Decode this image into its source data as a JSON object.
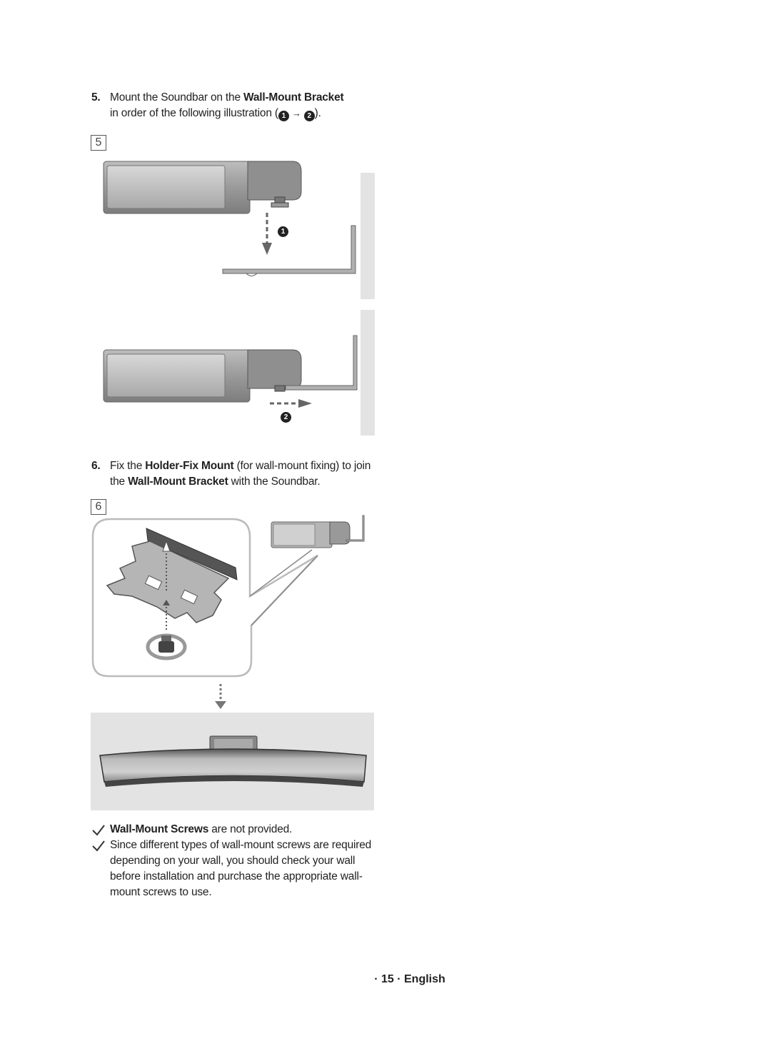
{
  "step5": {
    "number": "5.",
    "text_pre": "Mount the Soundbar on the ",
    "text_bold": "Wall-Mount Bracket",
    "line2": "in order of the following illustration (",
    "badge1": "1",
    "arrow": "→",
    "badge2": "2",
    "line2_end": ")."
  },
  "figure5": {
    "label": "5",
    "callout1": "1",
    "callout2": "2"
  },
  "step6": {
    "number": "6.",
    "t1": "Fix the ",
    "b1": "Holder-Fix Mount",
    "t2": " (for wall-mount fixing) to join the ",
    "b2": "Wall-Mount Bracket",
    "t3": " with the Soundbar."
  },
  "figure6": {
    "label": "6"
  },
  "notes": {
    "n1_bold": "Wall-Mount Screws",
    "n1_text": " are not provided.",
    "n2_text": "Since different types of wall-mount screws are required depending on your wall, you should check your wall before installation and purchase the appropriate wall-mount screws to use."
  },
  "footer": {
    "text": "· 15 · English"
  }
}
